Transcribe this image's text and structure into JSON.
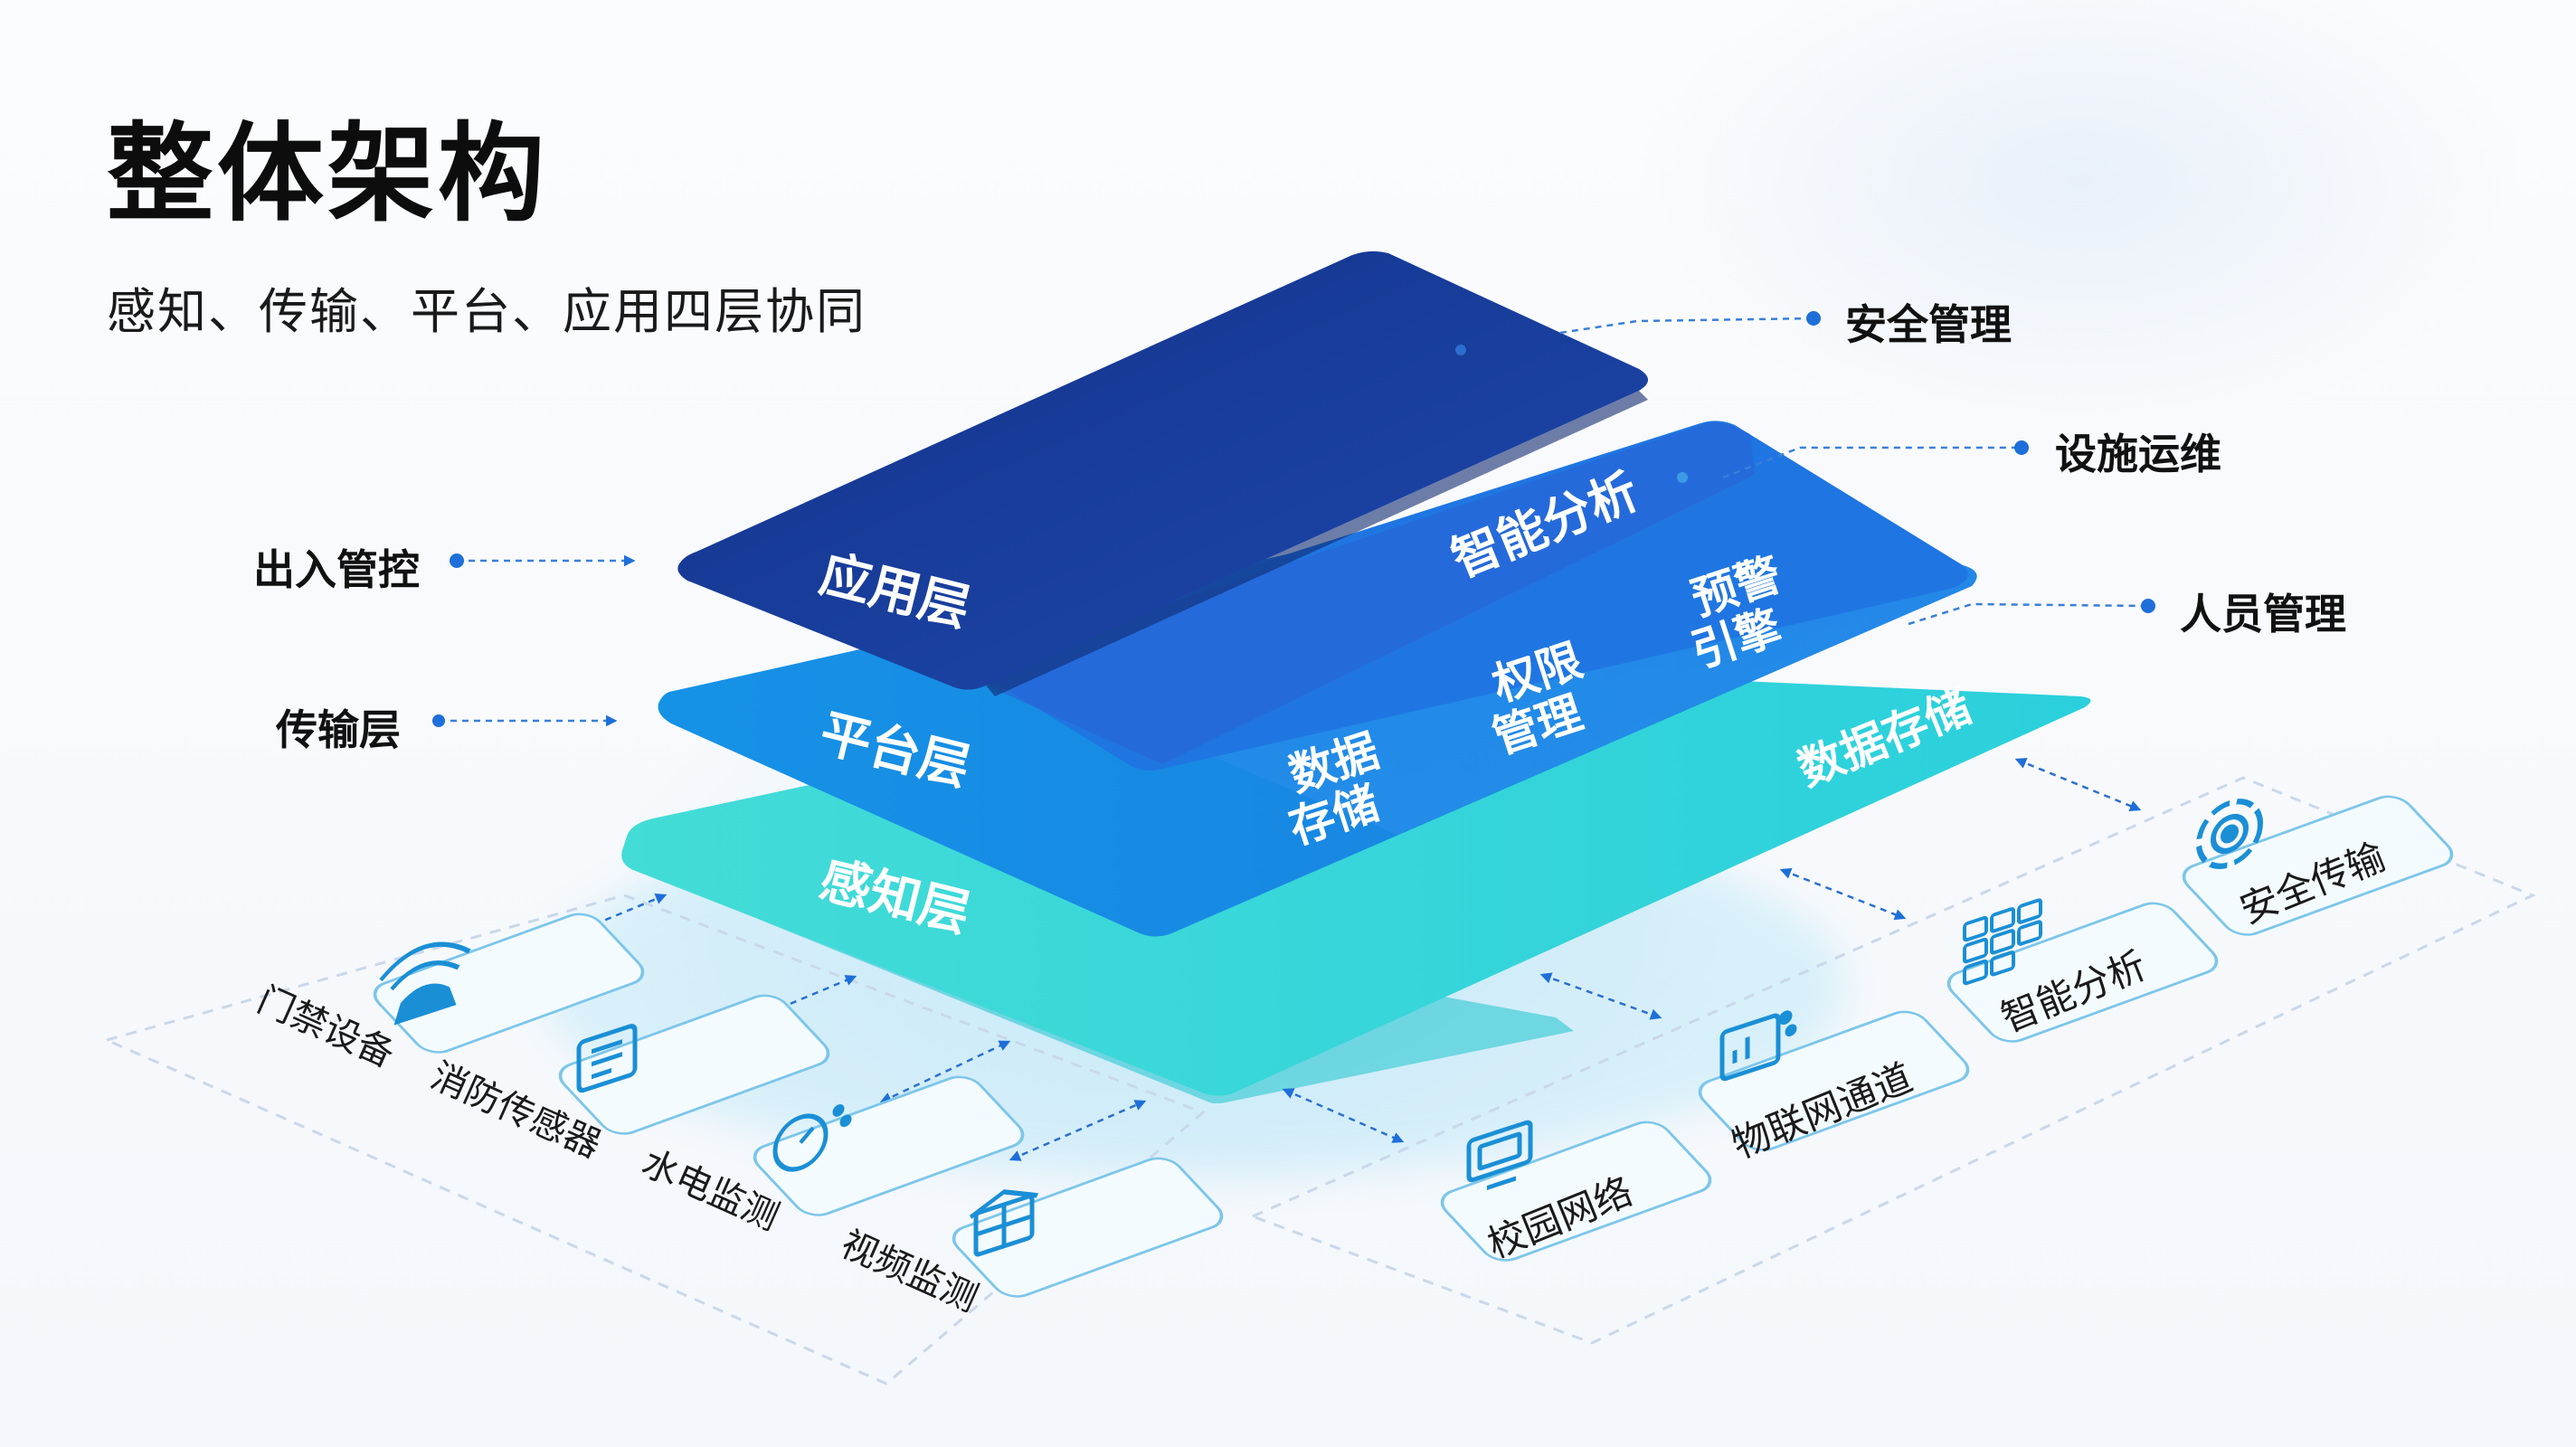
{
  "title": "整体架构",
  "subtitle": "感知、传输、平台、应用四层协同",
  "colors": {
    "app_layer": "#1a3a94",
    "platform_layer": "#1a72e0",
    "sense_layer": "#36d3d6",
    "accent": "#1e6fd9",
    "icon": "#1a8fd6"
  },
  "layers": {
    "application": {
      "label": "应用层",
      "tag": "智能分析"
    },
    "platform": {
      "label": "平台层",
      "tags": [
        "数据存储",
        "权限管理",
        "预警引擎",
        "数据存储"
      ]
    },
    "sensing": {
      "label": "感知层"
    }
  },
  "side_labels": {
    "left": [
      "出入管控",
      "传输层"
    ],
    "right": [
      "安全管理",
      "设施运维",
      "人员管理"
    ]
  },
  "devices_left": [
    {
      "label": "门禁设备",
      "icon": "car-signal-icon"
    },
    {
      "label": "消防传感器",
      "icon": "document-icon"
    },
    {
      "label": "水电监测",
      "icon": "gauge-icon"
    },
    {
      "label": "视频监测",
      "icon": "building-icon"
    }
  ],
  "devices_right": [
    {
      "label": "校园网络",
      "icon": "monitor-icon"
    },
    {
      "label": "物联网通道",
      "icon": "iot-chart-icon"
    },
    {
      "label": "智能分析",
      "icon": "grid-icon"
    },
    {
      "label": "安全传输",
      "icon": "shield-gear-icon"
    }
  ]
}
